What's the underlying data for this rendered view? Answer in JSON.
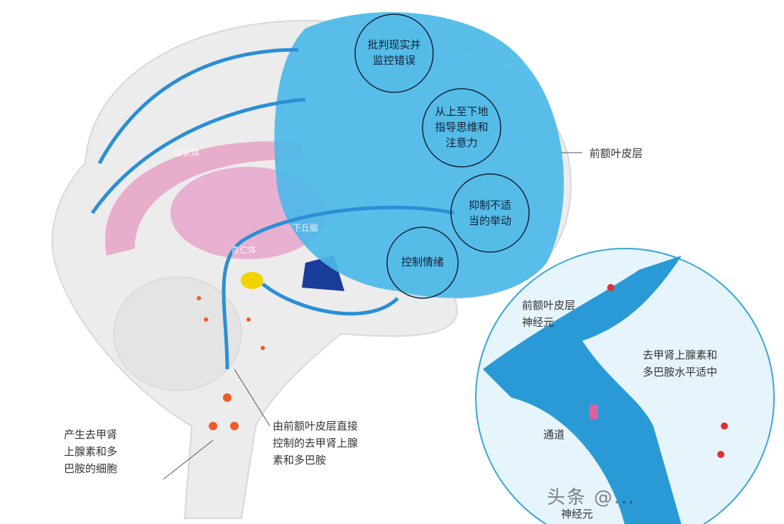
{
  "functions": [
    "批判现实并\n监控错误",
    "从上至下地\n指导思维和\n注意力",
    "抑制不适\n当的举动",
    "控制情绪"
  ],
  "labels": {
    "prefrontal_cortex": "前额叶皮层",
    "striatum": "纹状体",
    "hypothalamus": "下丘脑",
    "amygdala": "杏仁体",
    "producing_cells": "产生去甲肾\n上腺素和多\n巴胺的细胞",
    "controlled": "由前额叶皮层直接\n控制的去甲肾上腺\n素和多巴胺",
    "pfc_neuron": "前额叶皮层\n神经元",
    "moderate_levels": "去甲肾上腺素和\n多巴胺水平适中",
    "channel": "通道",
    "neuron": "神经元"
  },
  "watermark": "头条 @...",
  "colors": {
    "cortex": "#4cb8e8",
    "brain": "#eeeeee",
    "limbic": "#e8a6c8",
    "arrow": "#2a8fd6",
    "dots": "#f05a28"
  }
}
